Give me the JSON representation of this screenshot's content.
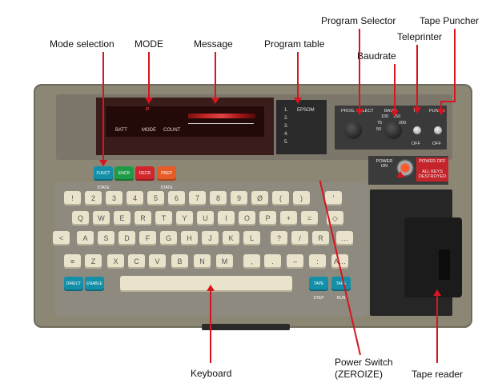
{
  "labels": {
    "mode_selection": "Mode selection",
    "mode": "MODE",
    "message": "Message",
    "program_table": "Program table",
    "program_selector": "Program Selector",
    "baudrate": "Baudrate",
    "teleprinter": "Teleprinter",
    "tape_puncher": "Tape Puncher",
    "keyboard": "Keyboard",
    "power_switch": "Power Switch",
    "zeroize": "(ZEROIZE)",
    "tape_reader": "Tape reader"
  },
  "display": {
    "batt": "BATT",
    "mode": "MODE",
    "count": "COUNT",
    "mode_indicator": "P"
  },
  "program_table": {
    "entries": [
      "1.",
      "2.",
      "3.",
      "4.",
      "5."
    ],
    "program_1": "EPSOM"
  },
  "switch_panel": {
    "prog_select": "PROG. SELECT",
    "baud": "BAUD",
    "baud_values": [
      "100",
      "150",
      "75",
      "50",
      "200"
    ],
    "tp": "TP",
    "punch": "PUNCH",
    "off_tp": "OFF",
    "off_punch": "OFF"
  },
  "power": {
    "power_on": "POWER ON",
    "power_off": "POWER OFF",
    "destroyed": "ALL KEYS DESTROYED"
  },
  "function_keys": [
    "FUNCT STATE",
    "ENCR",
    "DECR",
    "PREP STATE"
  ],
  "keyboard": {
    "row1": [
      "!",
      "2",
      "3",
      "4",
      "5",
      "6",
      "7",
      "8",
      "9",
      "Ø",
      "(",
      ")",
      "'"
    ],
    "row2": [
      "Q",
      "W",
      "E",
      "R",
      "T",
      "Y",
      "U",
      "I",
      "O",
      "P",
      "+",
      "=",
      "◇"
    ],
    "row3": [
      "<",
      "A",
      "S",
      "D",
      "F",
      "G",
      "H",
      "J",
      "K",
      "L",
      "?",
      "/",
      "R",
      "…"
    ],
    "row4": [
      "≡",
      "Z",
      "X",
      "C",
      "V",
      "B",
      "N",
      "M",
      ",",
      ".",
      "–",
      ":",
      "A…"
    ],
    "left_keys": [
      "DIRECT",
      "ENABLE"
    ],
    "right_keys": [
      "TAPE STEP",
      "TAPE RUN"
    ]
  },
  "colors": {
    "case": "#8c8774",
    "key": "#e9e3cb",
    "fkey_blue": "#138fa8",
    "fkey_green": "#1f9b46",
    "fkey_red": "#d2262d",
    "fkey_orange": "#e65b26",
    "arrow": "#d9141e"
  }
}
